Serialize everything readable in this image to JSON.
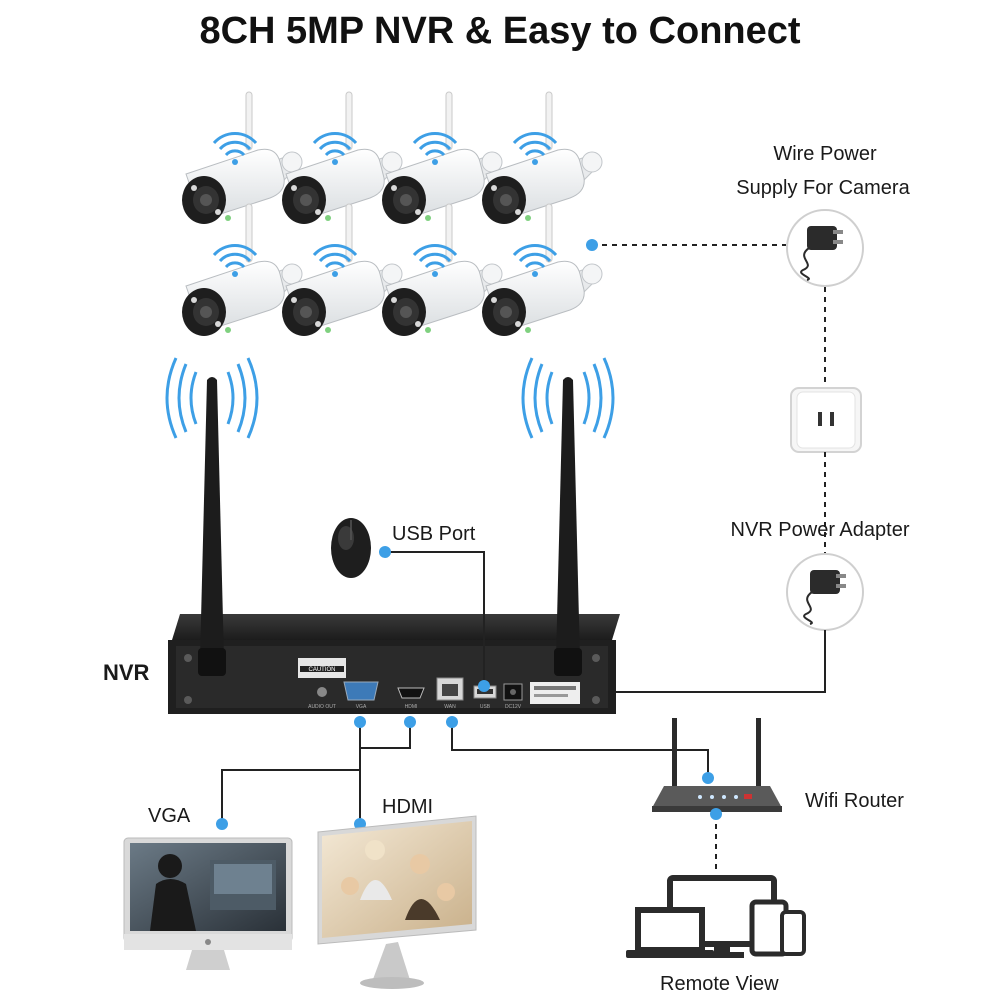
{
  "title": "8CH 5MP NVR & Easy to Connect",
  "labels": {
    "wire_power_line1": "Wire Power",
    "wire_power_line2": "Supply For Camera",
    "usb_port": "USB Port",
    "nvr_power_adapter": "NVR Power Adapter",
    "nvr": "NVR",
    "vga": "VGA",
    "hdmi": "HDMI",
    "wifi_router": "Wifi Router",
    "remote_view": "Remote View"
  },
  "nvr_panel": {
    "caution": "CAUTION",
    "audio_out": "AUDIO OUT",
    "vga": "VGA",
    "hdmi": "HDMI",
    "wan": "WAN",
    "usb": "USB",
    "dc": "DC12V"
  },
  "colors": {
    "connector_dot": "#3d9fe6",
    "wifi_wave": "#3d9fe6",
    "device_dark": "#2b2b2b"
  }
}
